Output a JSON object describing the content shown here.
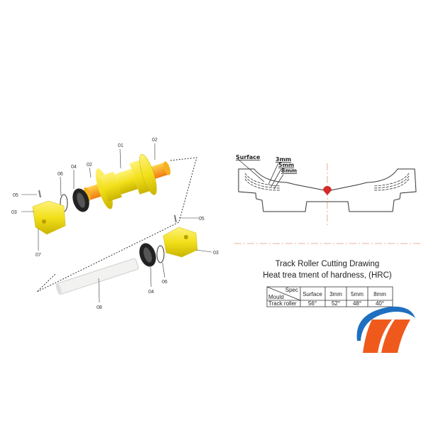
{
  "exploded_view": {
    "part_labels": [
      "01",
      "02",
      "02",
      "03",
      "03",
      "04",
      "04",
      "05",
      "05",
      "06",
      "06",
      "07",
      "08"
    ]
  },
  "cutting_drawing": {
    "layer_labels": [
      "Surface",
      "3mm",
      "5mm",
      "8mm"
    ],
    "title": "Track Roller Cutting Drawing",
    "subtitle": "Heat trea tment of hardness, (HRC)"
  },
  "hardness_table": {
    "corner_top": "Spec",
    "corner_bottom": "Mould",
    "columns": [
      "Surface",
      "3mm",
      "5mm",
      "8mm"
    ],
    "rows": [
      {
        "label": "Track roller",
        "values": [
          "56°",
          "52°",
          "48°",
          "40°"
        ]
      }
    ]
  },
  "colors": {
    "part_yellow": "#f2e01a",
    "seal_black": "#222222",
    "logo_blue": "#1f6fc0",
    "logo_orange": "#ef5a1c",
    "weld_red": "#d42a2a"
  }
}
